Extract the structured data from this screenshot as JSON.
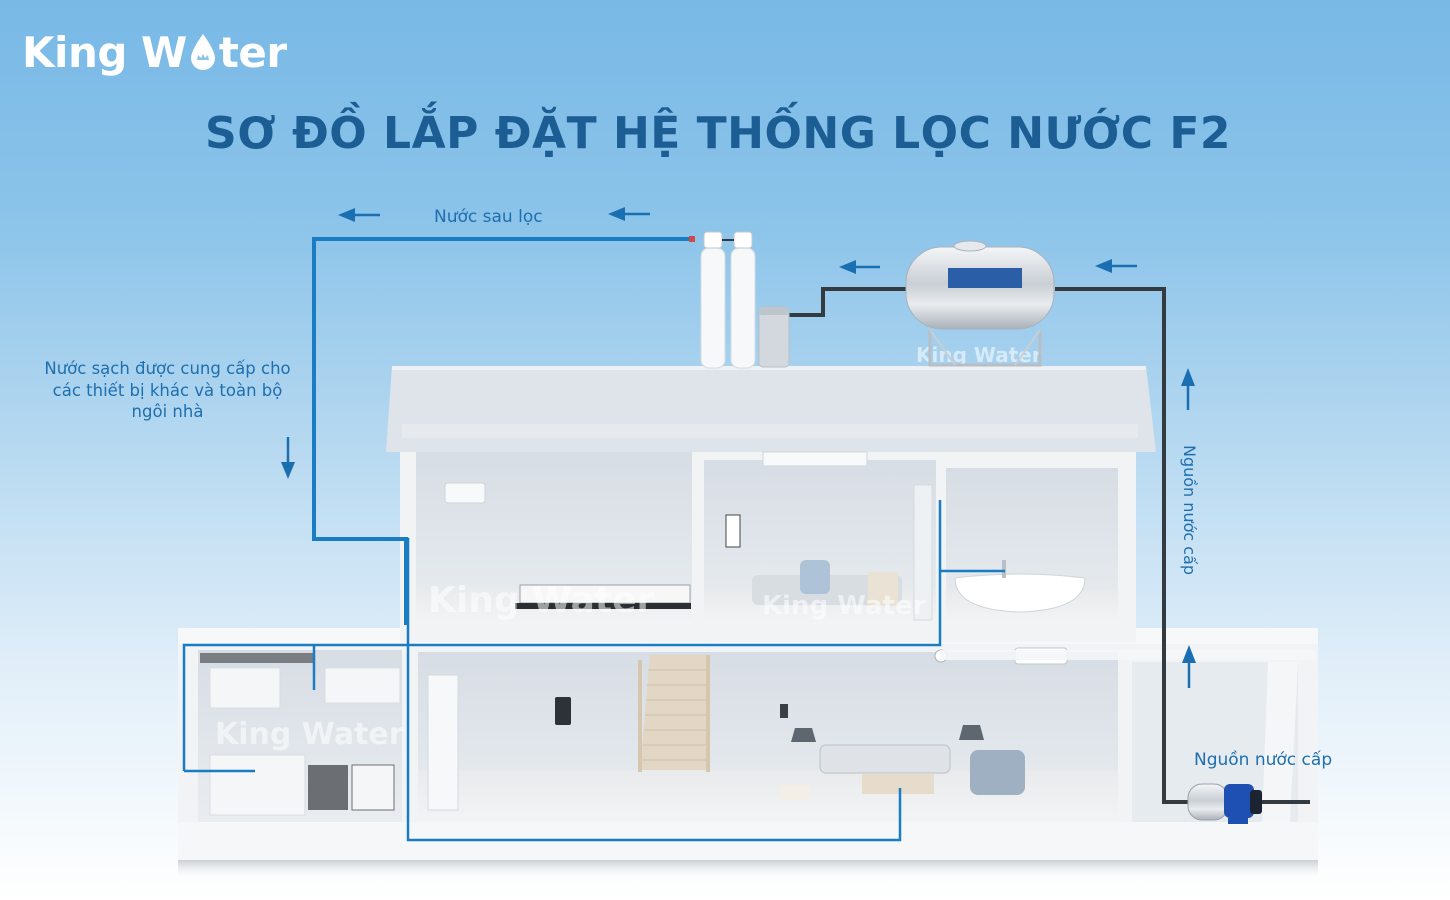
{
  "brand": {
    "logo_prefix": "King W",
    "logo_suffix": "ter",
    "logo_icon": "water-drop-crown-icon"
  },
  "title": "SƠ ĐỒ LẮP ĐẶT HỆ THỐNG LỌC NƯỚC F2",
  "labels": {
    "after_filter": "Nước sau lọc",
    "supply_house": "Nước sạch được cung cấp cho các thiết bị khác và toàn bộ ngôi nhà",
    "source_vertical": "Nguồn nước cấp",
    "source_bottom": "Nguồn nước cấp"
  },
  "watermarks": [
    "King Water",
    "King Water",
    "King Water",
    "King Water"
  ],
  "components": {
    "filter_tanks": "filter-columns",
    "softener": "salt-tank",
    "storage_tank": "stainless-water-tank",
    "pump": "water-pump"
  },
  "rooms": {
    "upper": [
      "bedroom",
      "study",
      "bathroom"
    ],
    "lower": [
      "kitchen",
      "living-room-stairs",
      "utility"
    ]
  },
  "colors": {
    "title": "#1c5d93",
    "label": "#1f6fae",
    "clean_pipe": "#1a7cc2",
    "raw_pipe": "#333a40",
    "arrow": "#1a6fb0",
    "house_wall": "#eef1f4",
    "roof": "#dde3ea"
  }
}
